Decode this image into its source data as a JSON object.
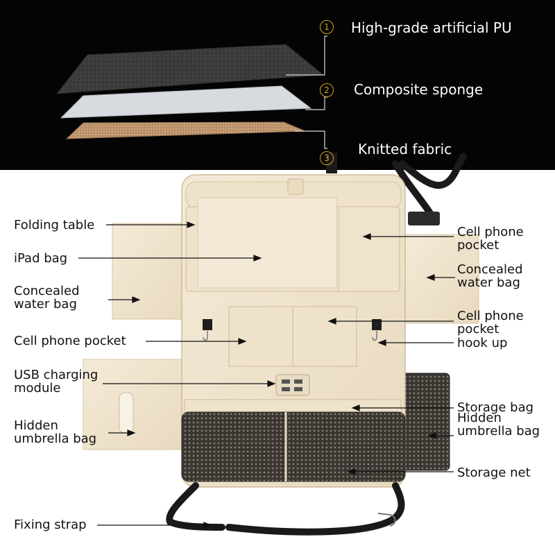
{
  "colors": {
    "top_band": "#040404",
    "leader_white": "#d8d8d8",
    "number_gold": "#d9a21a",
    "beige": "#efe3cc",
    "beige_edge": "#d7c6a6",
    "net": "#3a3632",
    "strap": "#1a1a1a",
    "pu_leather": "#3b3b3b",
    "sponge": "#d7dbe0",
    "knit": "#b98e67"
  },
  "layers": [
    {
      "num": "1",
      "label": "High-grade artificial PU"
    },
    {
      "num": "2",
      "label": "Composite sponge"
    },
    {
      "num": "3",
      "label": "Knitted fabric"
    }
  ],
  "callouts": {
    "left": [
      {
        "id": "folding-table",
        "label": "Folding table"
      },
      {
        "id": "ipad-bag",
        "label": "iPad bag"
      },
      {
        "id": "concealed-water-bag-left",
        "label": "Concealed\nwater bag"
      },
      {
        "id": "cell-phone-pocket-left",
        "label": "Cell phone pocket"
      },
      {
        "id": "usb-charging-module",
        "label": "USB charging\nmodule"
      },
      {
        "id": "hidden-umbrella-bag-left",
        "label": "Hidden\numbrella bag"
      },
      {
        "id": "fixing-strap",
        "label": "Fixing strap"
      }
    ],
    "right": [
      {
        "id": "cell-phone-pocket-right-top",
        "label": "Cell phone\npocket"
      },
      {
        "id": "concealed-water-bag-right",
        "label": "Concealed\nwater bag"
      },
      {
        "id": "cell-phone-pocket-right-mid",
        "label": "Cell phone\npocket"
      },
      {
        "id": "hook-up",
        "label": "hook up"
      },
      {
        "id": "storage-bag",
        "label": "Storage bag"
      },
      {
        "id": "hidden-umbrella-bag-right",
        "label": "Hidden\numbrella bag"
      },
      {
        "id": "storage-net",
        "label": "Storage net"
      }
    ]
  }
}
